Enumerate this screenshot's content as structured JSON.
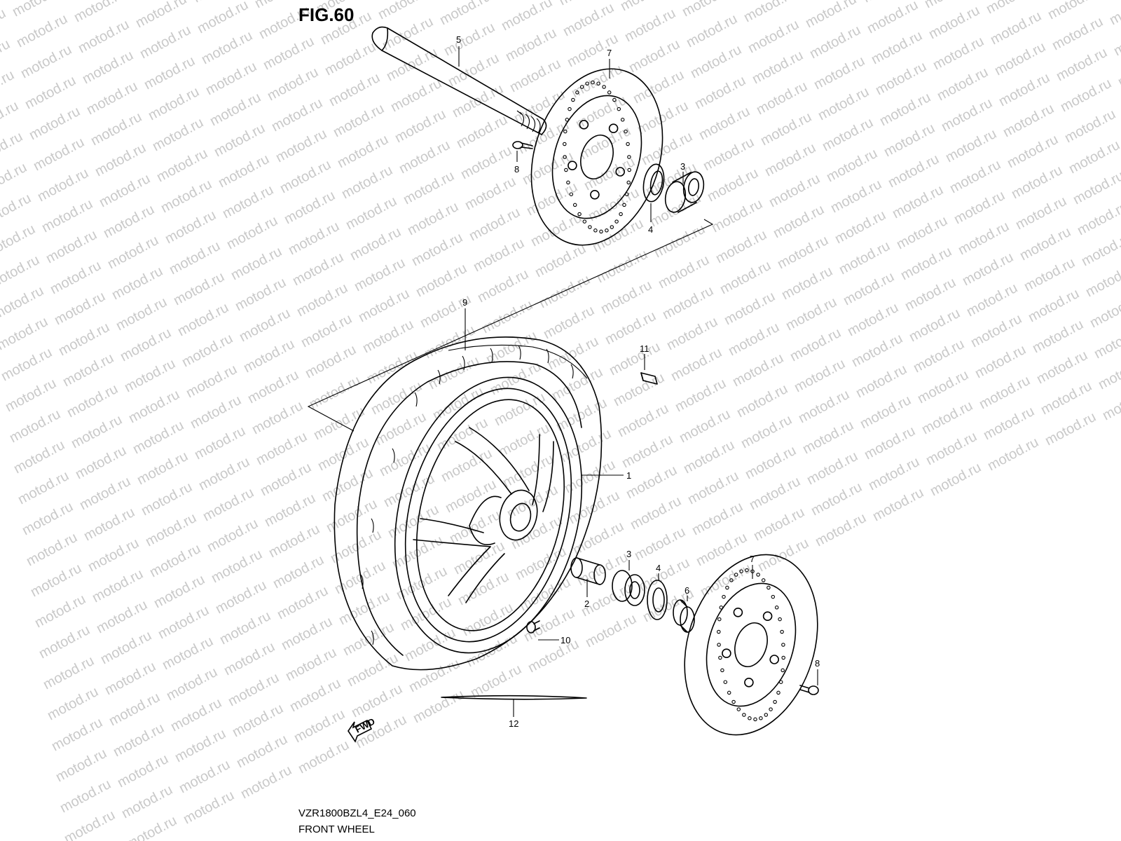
{
  "figure": {
    "title": "FIG.60",
    "model_code": "VZR1800BZL4_E24_060",
    "name": "FRONT WHEEL"
  },
  "watermark": "motod.ru",
  "fwd_label": "FWD",
  "callouts": [
    "1",
    "2",
    "3",
    "3",
    "4",
    "4",
    "5",
    "6",
    "7",
    "7",
    "8",
    "8",
    "9",
    "10",
    "11",
    "12"
  ]
}
